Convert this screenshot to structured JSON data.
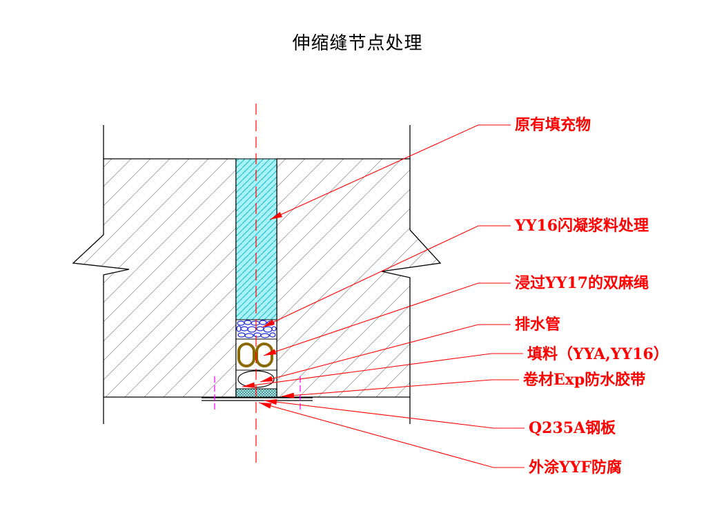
{
  "diagram": {
    "title": "伸缩缝节点处理",
    "colors": {
      "outline": "#000000",
      "hatch": "#9a9a9a",
      "leader": "#ff0000",
      "label": "#ff0000",
      "sealant_fill": "#a8f2f8",
      "sealant_hatch": "#14b8c8",
      "aggregate": "#1a2be0",
      "rope": "#8a6a00",
      "tape": "#1a7a7a",
      "marker": "#ff00ff"
    },
    "callouts": [
      {
        "id": "original-filler",
        "label": "原有填充物"
      },
      {
        "id": "flash-grout",
        "label": "YY16闪凝浆料处理"
      },
      {
        "id": "hemp-rope",
        "label": "浸过YY17的双麻绳"
      },
      {
        "id": "drain-pipe",
        "label": "排水管"
      },
      {
        "id": "filler",
        "label": "填料（YYA,YY16）"
      },
      {
        "id": "waterproof-tape",
        "label": "卷材Exp防水胶带"
      },
      {
        "id": "steel-plate",
        "label": "Q235A钢板"
      },
      {
        "id": "anticorrosion",
        "label": "外涂YYF防腐"
      }
    ]
  }
}
